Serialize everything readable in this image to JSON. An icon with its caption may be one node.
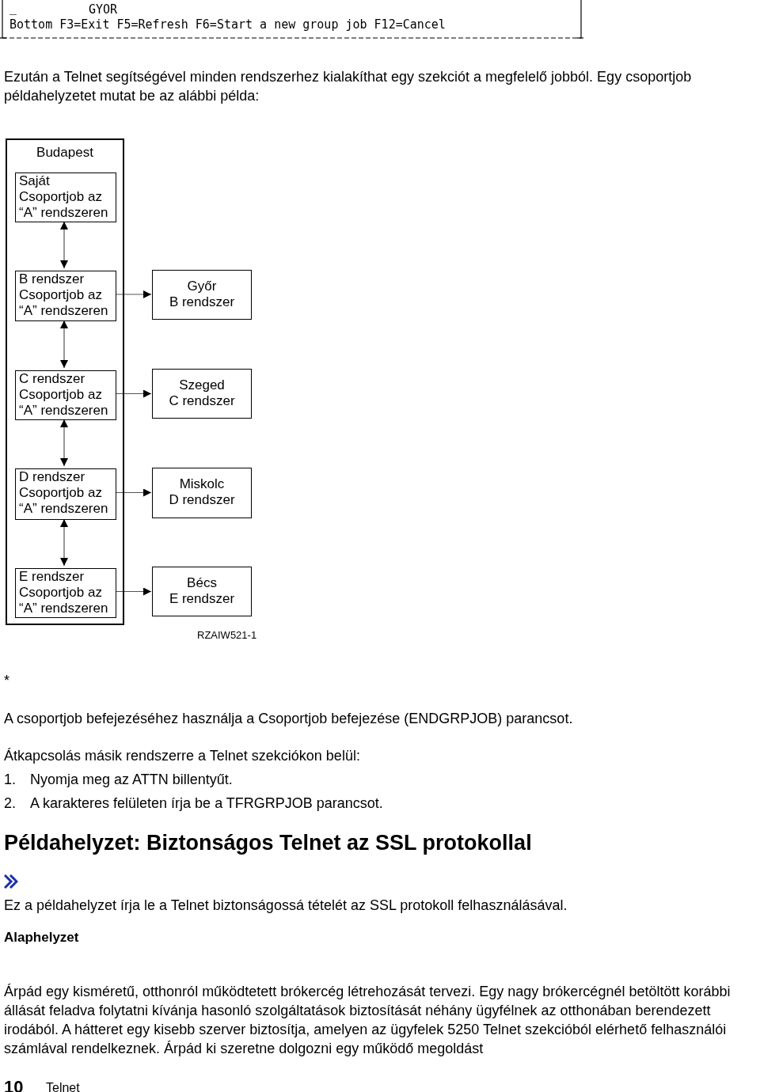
{
  "diagram": {
    "nodes": [
      {
        "text": [
          "Budapest"
        ]
      },
      {
        "text": [
          "Saját",
          "Csoportjob az “A” rendszeren"
        ],
        "in": 0
      },
      {
        "text": [
          "B rendszer",
          "Csoportjob az “A” rendszeren"
        ],
        "in": 0
      },
      {
        "text": [
          "C rendszer",
          "Csoportjob az “A” rendszeren"
        ],
        "in": 0
      },
      {
        "text": [
          "D rendszer",
          "Csoportjob az “A” rendszeren"
        ],
        "in": 0
      },
      {
        "text": [
          "E rendszer",
          "Csoportjob az “A” rendszeren"
        ],
        "in": 0
      },
      {
        "text": [
          "Győr",
          "B rendszer"
        ]
      },
      {
        "text": [
          "Szeged",
          "C rendszer"
        ]
      },
      {
        "text": [
          "Miskolc",
          "D rendszer"
        ]
      },
      {
        "text": [
          "Bécs",
          "E rendszer"
        ]
      }
    ],
    "edges": [
      {
        "from": 1,
        "to": 2,
        "arrow": "both"
      },
      {
        "from": 2,
        "to": 6,
        "arrow": "to"
      },
      {
        "from": 2,
        "to": 3,
        "arrow": "both"
      },
      {
        "from": 3,
        "to": 7,
        "arrow": "to"
      },
      {
        "from": 3,
        "to": 4,
        "arrow": "both"
      },
      {
        "from": 4,
        "to": 8,
        "arrow": "to"
      },
      {
        "from": 4,
        "to": 5,
        "arrow": "both"
      },
      {
        "from": 5,
        "to": 9,
        "arrow": "to"
      }
    ],
    "labels": [
      "_",
      "GYOR",
      "Bottom F3=Exit F5=Refresh F6=Start a new group job F12=Cancel",
      "Ezután a Telnet segítségével minden rendszerhez kialakíthat egy szekciót a megfelelő jobból. Egy csoportjob példahelyzetet mutat be az alábbi példa:",
      "RZAIW521-1",
      "*",
      "A csoportjob befejezéséhez használja a Csoportjob befejezése (ENDGRPJOB) parancsot.",
      "Átkapcsolás másik rendszerre a Telnet szekciókon belül:",
      "1.",
      "Nyomja meg az ATTN billentyűt.",
      "2.",
      "A karakteres felületen írja be a TFRGRPJOB parancsot.",
      "Példahelyzet: Biztonságos Telnet az SSL protokollal",
      "Ez a példahelyzet írja le a Telnet biztonságossá tételét az SSL protokoll felhasználásával.",
      "Alaphelyzet",
      "Árpád egy kisméretű, otthonról működtetett brókercég létrehozását tervezi. Egy nagy brókercégnél betöltött korábbi állását feladva folytatni kívánja hasonló szolgáltatások biztosítását néhány ügyfélnek az otthonában berendezett irodából. A hátteret egy kisebb szerver biztosítja, amelyen az ügyfelek 5250 Telnet szekcióból elérhető felhasználói számlával rendelkeznek. Árpád ki szeretne dolgozni egy működő megoldást",
      "10",
      "Telnet"
    ]
  }
}
